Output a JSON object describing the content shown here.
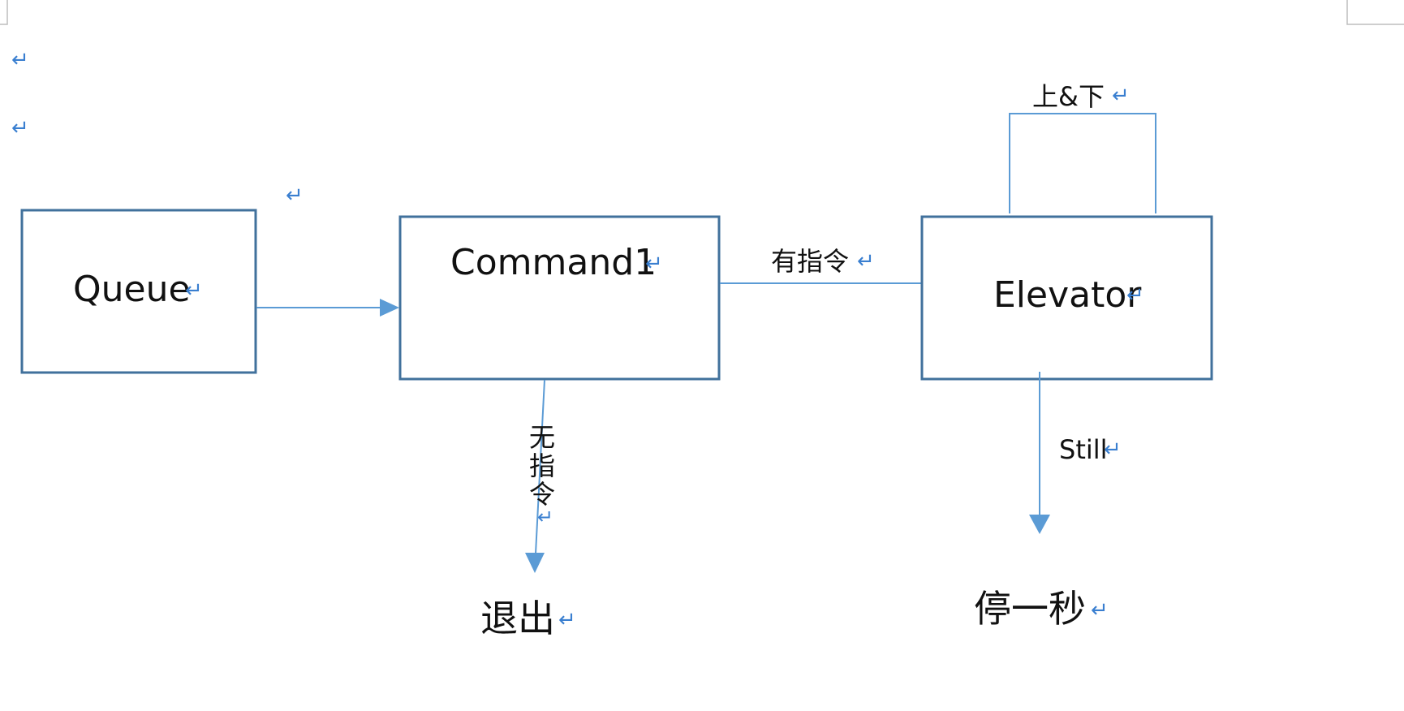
{
  "diagram": {
    "nodes": {
      "queue": {
        "label": "Queue"
      },
      "command": {
        "label": "Command1"
      },
      "elevator": {
        "label": "Elevator"
      },
      "exit": {
        "label": "退出"
      },
      "wait": {
        "label": "停一秒"
      }
    },
    "edges": {
      "has_command": {
        "label": "有指令"
      },
      "no_command": {
        "chars": [
          "无",
          "指",
          "令"
        ]
      },
      "still": {
        "label": "Still"
      },
      "up_down": {
        "label": "上&下"
      }
    },
    "paragraph_mark": "↵",
    "colors": {
      "box_border": "#41719c",
      "connector": "#5b9bd5",
      "paragraph_mark": "#3a7fd0",
      "text": "#111111"
    }
  }
}
